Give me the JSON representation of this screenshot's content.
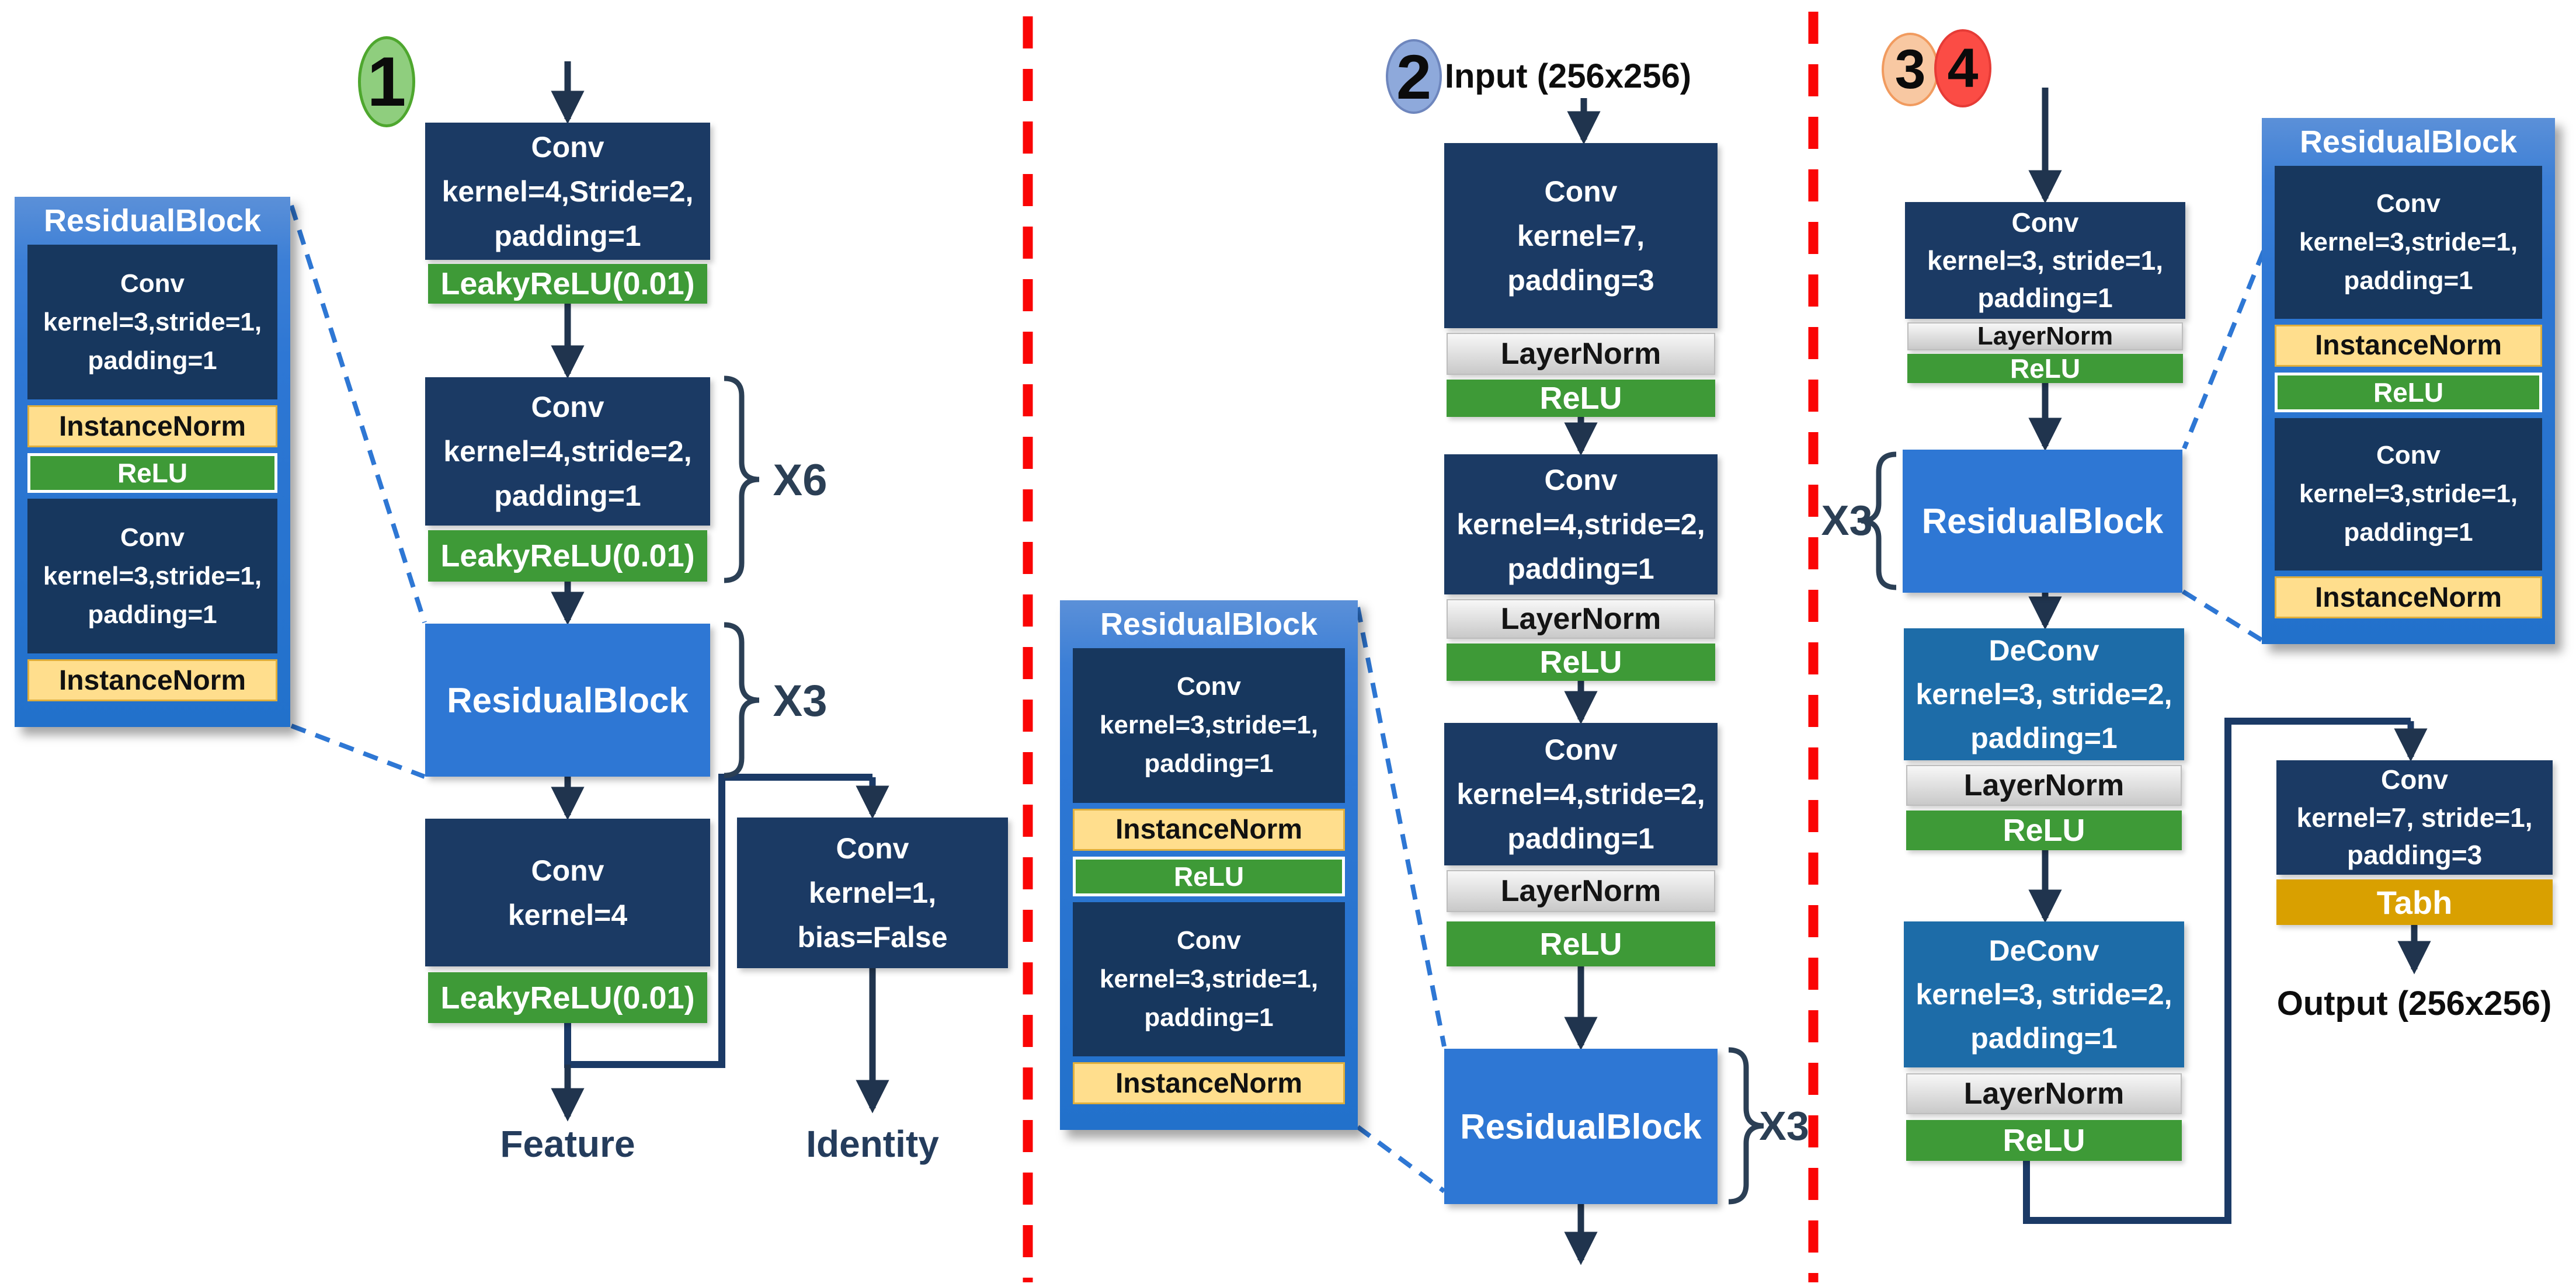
{
  "palette": {
    "navy_box": "#1B3A64",
    "green_activation": "#3E9A37",
    "residual_blue": "#2E77D4",
    "instance_norm_amber": "#FFDE8D",
    "layer_norm_gray": "#D9D9D9",
    "deconv_blue": "#1D6CA8",
    "tanh_gold": "#D9A000",
    "divider_red": "#FA0505",
    "connector_navy": "#1B3A66",
    "label_slate": "#243C5C"
  },
  "badges": {
    "one": "1",
    "two": "2",
    "three": "3",
    "four": "4"
  },
  "residual_detail": {
    "title": "ResidualBlock",
    "conv": "Conv\nkernel=3,stride=1,\npadding=1",
    "instance_norm": "InstanceNorm",
    "relu": "ReLU"
  },
  "section1": {
    "conv1": "Conv\nkernel=4,Stride=2,\npadding=1",
    "leaky1": "LeakyReLU(0.01)",
    "conv2": "Conv\nkernel=4,stride=2,\npadding=1",
    "leaky2": "LeakyReLU(0.01)",
    "repeat_conv": "X6",
    "residual": "ResidualBlock",
    "repeat_residual": "X3",
    "conv3": "Conv\nkernel=4",
    "leaky3": "LeakyReLU(0.01)",
    "conv4": "Conv\nkernel=1,\nbias=False",
    "feature": "Feature",
    "identity": "Identity"
  },
  "section2": {
    "input": "Input (256x256)",
    "conv1": "Conv\nkernel=7,\npadding=3",
    "layernorm": "LayerNorm",
    "relu": "ReLU",
    "conv2": "Conv\nkernel=4,stride=2,\npadding=1",
    "conv3": "Conv\nkernel=4,stride=2,\npadding=1",
    "residual": "ResidualBlock",
    "repeat_residual": "X3"
  },
  "section3": {
    "conv1": "Conv\nkernel=3, stride=1,\npadding=1",
    "layernorm": "LayerNorm",
    "relu": "ReLU",
    "repeat_residual": "X3",
    "residual": "ResidualBlock",
    "deconv1": "DeConv\nkernel=3, stride=2,\npadding=1",
    "deconv2": "DeConv\nkernel=3, stride=2,\npadding=1",
    "conv_out": "Conv\nkernel=7, stride=1,\npadding=3",
    "tanh": "Tabh",
    "output": "Output (256x256)"
  }
}
